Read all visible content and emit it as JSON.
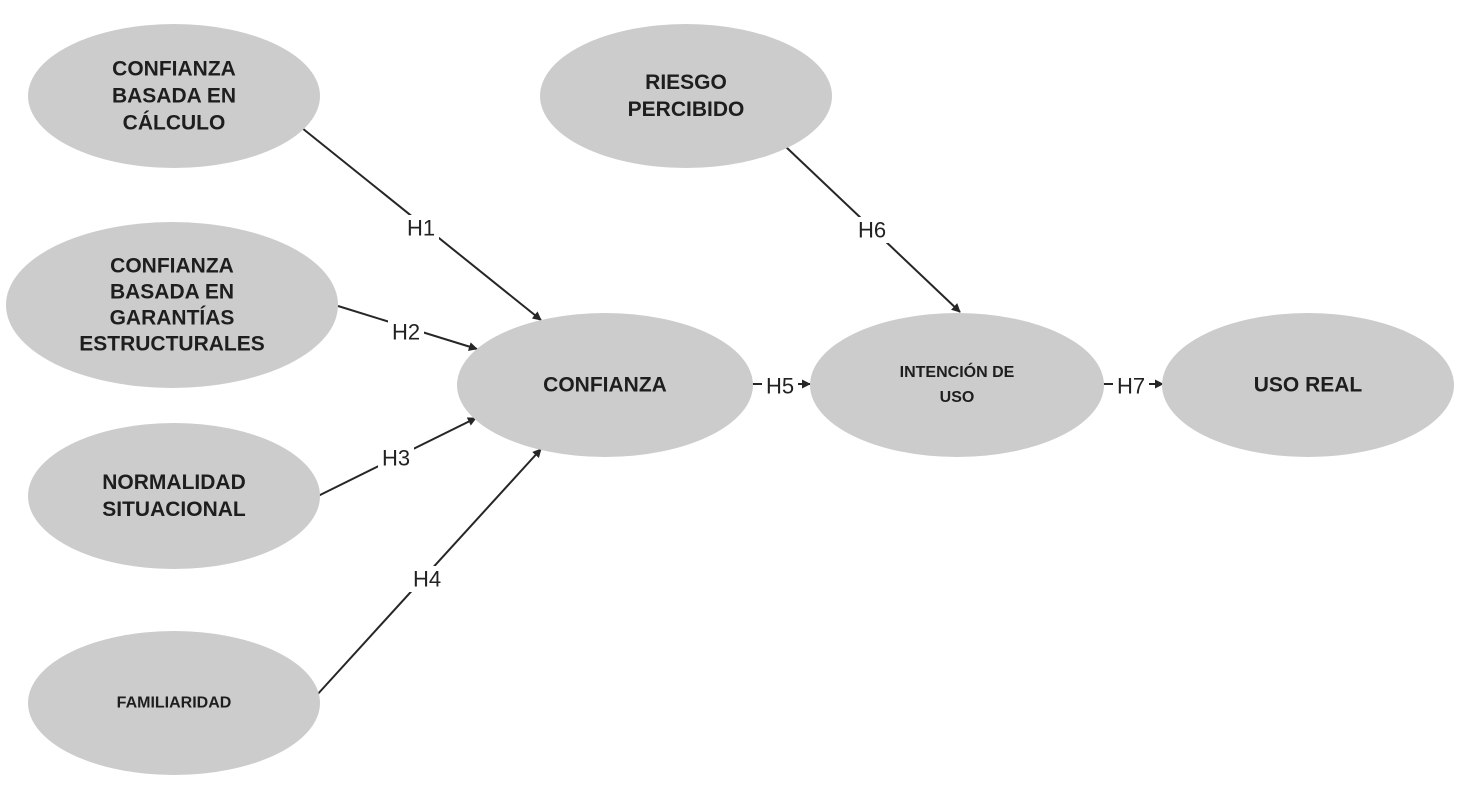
{
  "colors": {
    "node_fill": "#cccccc",
    "edge": "#262626",
    "text": "#1e1e1e"
  },
  "nodes": [
    {
      "id": "calculo",
      "lines": [
        "CONFIANZA",
        "BASADA EN",
        "CÁLCULO"
      ]
    },
    {
      "id": "garantias",
      "lines": [
        "CONFIANZA",
        "BASADA EN",
        "GARANTÍAS",
        "ESTRUCTURALES"
      ]
    },
    {
      "id": "normalidad",
      "lines": [
        "NORMALIDAD",
        "SITUACIONAL"
      ]
    },
    {
      "id": "familiaridad",
      "lines": [
        "FAMILIARIDAD"
      ]
    },
    {
      "id": "riesgo",
      "lines": [
        "RIESGO",
        "PERCIBIDO"
      ]
    },
    {
      "id": "confianza",
      "lines": [
        "CONFIANZA"
      ]
    },
    {
      "id": "intencion",
      "lines": [
        "INTENCIÓN DE",
        "USO"
      ]
    },
    {
      "id": "uso_real",
      "lines": [
        "USO REAL"
      ]
    }
  ],
  "edges": [
    {
      "from": "calculo",
      "to": "confianza",
      "label": "H1"
    },
    {
      "from": "garantias",
      "to": "confianza",
      "label": "H2"
    },
    {
      "from": "normalidad",
      "to": "confianza",
      "label": "H3"
    },
    {
      "from": "familiaridad",
      "to": "confianza",
      "label": "H4"
    },
    {
      "from": "confianza",
      "to": "intencion",
      "label": "H5"
    },
    {
      "from": "riesgo",
      "to": "intencion",
      "label": "H6"
    },
    {
      "from": "intencion",
      "to": "uso_real",
      "label": "H7"
    }
  ]
}
